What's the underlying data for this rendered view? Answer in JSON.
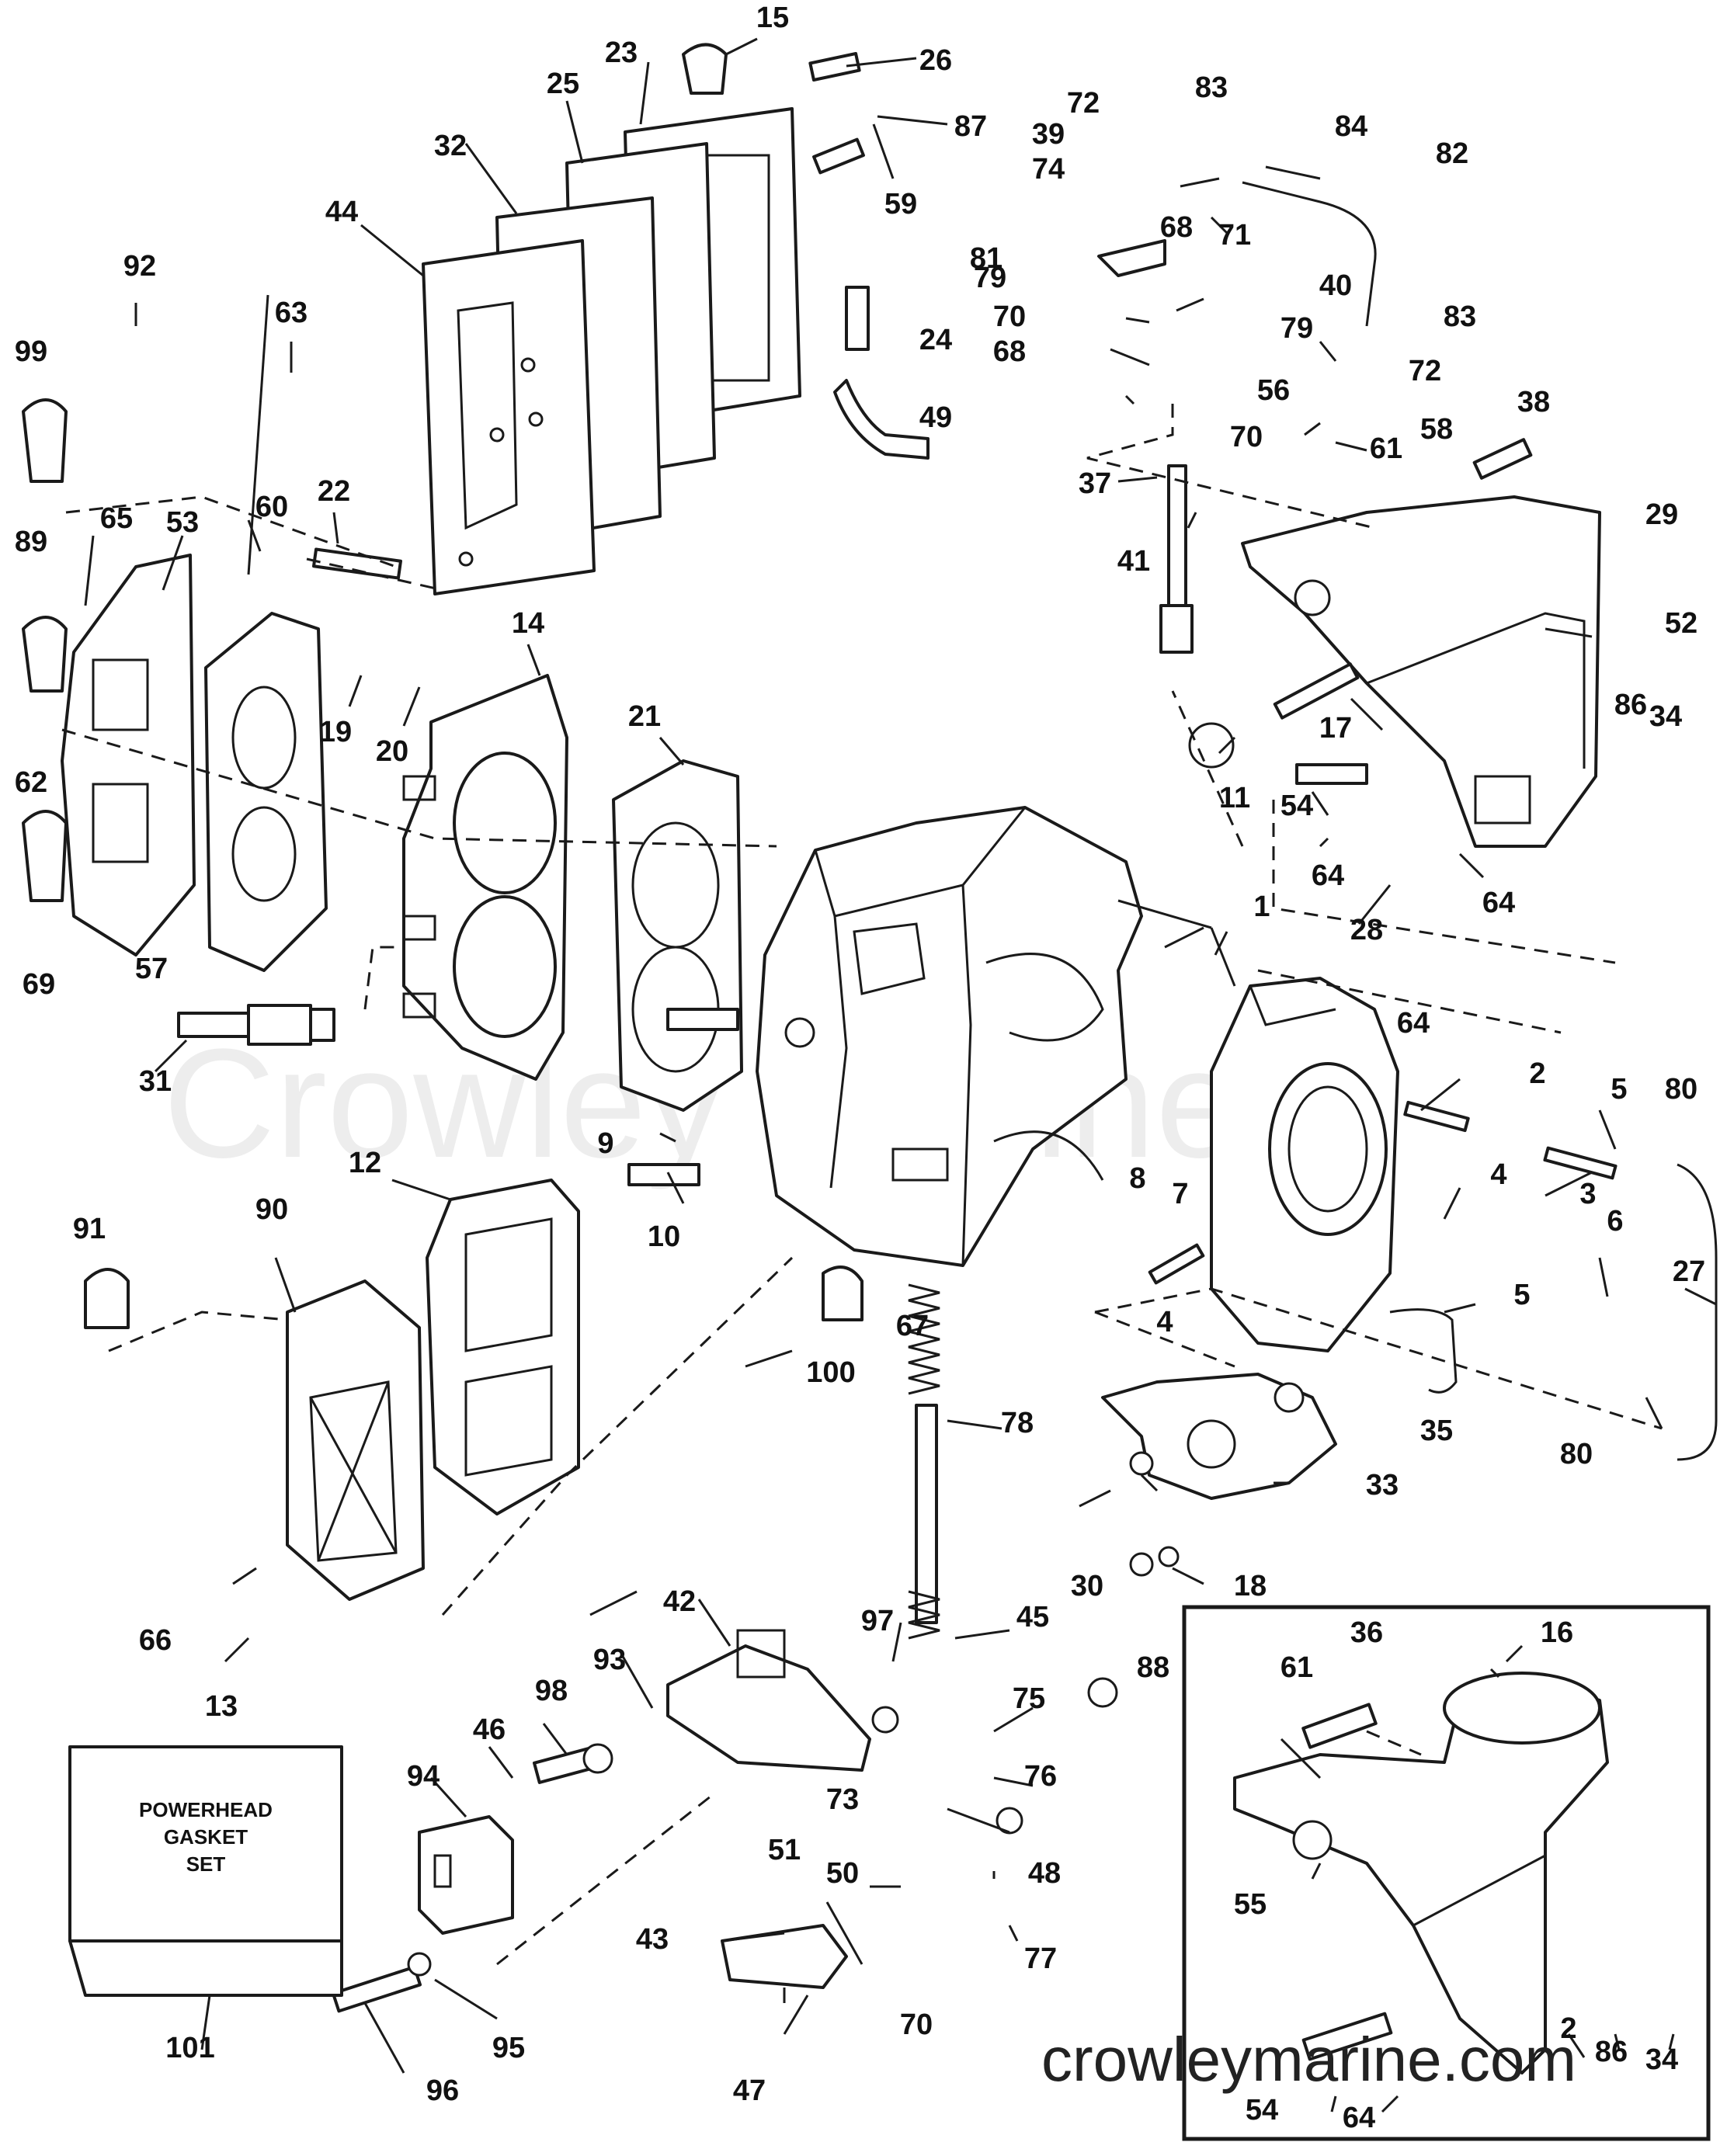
{
  "callouts": [
    {
      "id": "n1",
      "text": "1"
    },
    {
      "id": "n2a",
      "text": "2"
    },
    {
      "id": "n2b",
      "text": "2"
    },
    {
      "id": "n3",
      "text": "3"
    },
    {
      "id": "n4a",
      "text": "4"
    },
    {
      "id": "n4b",
      "text": "4"
    },
    {
      "id": "n5a",
      "text": "5"
    },
    {
      "id": "n5b",
      "text": "5"
    },
    {
      "id": "n6",
      "text": "6"
    },
    {
      "id": "n7",
      "text": "7"
    },
    {
      "id": "n8",
      "text": "8"
    },
    {
      "id": "n9",
      "text": "9"
    },
    {
      "id": "n10",
      "text": "10"
    },
    {
      "id": "n11",
      "text": "11"
    },
    {
      "id": "n12",
      "text": "12"
    },
    {
      "id": "n13",
      "text": "13"
    },
    {
      "id": "n14",
      "text": "14"
    },
    {
      "id": "n15",
      "text": "15"
    },
    {
      "id": "n16",
      "text": "16"
    },
    {
      "id": "n17",
      "text": "17"
    },
    {
      "id": "n18",
      "text": "18"
    },
    {
      "id": "n19",
      "text": "19"
    },
    {
      "id": "n20",
      "text": "20"
    },
    {
      "id": "n21",
      "text": "21"
    },
    {
      "id": "n22",
      "text": "22"
    },
    {
      "id": "n23",
      "text": "23"
    },
    {
      "id": "n24",
      "text": "24"
    },
    {
      "id": "n25",
      "text": "25"
    },
    {
      "id": "n26",
      "text": "26"
    },
    {
      "id": "n27",
      "text": "27"
    },
    {
      "id": "n28",
      "text": "28"
    },
    {
      "id": "n29",
      "text": "29"
    },
    {
      "id": "n30",
      "text": "30"
    },
    {
      "id": "n31",
      "text": "31"
    },
    {
      "id": "n32",
      "text": "32"
    },
    {
      "id": "n33",
      "text": "33"
    },
    {
      "id": "n34a",
      "text": "34"
    },
    {
      "id": "n34b",
      "text": "34"
    },
    {
      "id": "n35",
      "text": "35"
    },
    {
      "id": "n36",
      "text": "36"
    },
    {
      "id": "n37",
      "text": "37"
    },
    {
      "id": "n38",
      "text": "38"
    },
    {
      "id": "n39",
      "text": "39"
    },
    {
      "id": "n40",
      "text": "40"
    },
    {
      "id": "n41",
      "text": "41"
    },
    {
      "id": "n42",
      "text": "42"
    },
    {
      "id": "n43",
      "text": "43"
    },
    {
      "id": "n44",
      "text": "44"
    },
    {
      "id": "n45",
      "text": "45"
    },
    {
      "id": "n46",
      "text": "46"
    },
    {
      "id": "n47",
      "text": "47"
    },
    {
      "id": "n48",
      "text": "48"
    },
    {
      "id": "n49",
      "text": "49"
    },
    {
      "id": "n50",
      "text": "50"
    },
    {
      "id": "n51",
      "text": "51"
    },
    {
      "id": "n52",
      "text": "52"
    },
    {
      "id": "n53",
      "text": "53"
    },
    {
      "id": "n54a",
      "text": "54"
    },
    {
      "id": "n54b",
      "text": "54"
    },
    {
      "id": "n55",
      "text": "55"
    },
    {
      "id": "n56",
      "text": "56"
    },
    {
      "id": "n57",
      "text": "57"
    },
    {
      "id": "n58",
      "text": "58"
    },
    {
      "id": "n59",
      "text": "59"
    },
    {
      "id": "n60",
      "text": "60"
    },
    {
      "id": "n61a",
      "text": "61"
    },
    {
      "id": "n61b",
      "text": "61"
    },
    {
      "id": "n62",
      "text": "62"
    },
    {
      "id": "n63",
      "text": "63"
    },
    {
      "id": "n64a",
      "text": "64"
    },
    {
      "id": "n64b",
      "text": "64"
    },
    {
      "id": "n64c",
      "text": "64"
    },
    {
      "id": "n64d",
      "text": "64"
    },
    {
      "id": "n65",
      "text": "65"
    },
    {
      "id": "n66",
      "text": "66"
    },
    {
      "id": "n67",
      "text": "67"
    },
    {
      "id": "n68a",
      "text": "68"
    },
    {
      "id": "n68b",
      "text": "68"
    },
    {
      "id": "n69",
      "text": "69"
    },
    {
      "id": "n70a",
      "text": "70"
    },
    {
      "id": "n70b",
      "text": "70"
    },
    {
      "id": "n70c",
      "text": "70"
    },
    {
      "id": "n71",
      "text": "71"
    },
    {
      "id": "n72a",
      "text": "72"
    },
    {
      "id": "n72b",
      "text": "72"
    },
    {
      "id": "n73",
      "text": "73"
    },
    {
      "id": "n74",
      "text": "74"
    },
    {
      "id": "n75",
      "text": "75"
    },
    {
      "id": "n76",
      "text": "76"
    },
    {
      "id": "n77",
      "text": "77"
    },
    {
      "id": "n78",
      "text": "78"
    },
    {
      "id": "n79a",
      "text": "79"
    },
    {
      "id": "n79b",
      "text": "79"
    },
    {
      "id": "n80a",
      "text": "80"
    },
    {
      "id": "n80b",
      "text": "80"
    },
    {
      "id": "n81",
      "text": "81"
    },
    {
      "id": "n82",
      "text": "82"
    },
    {
      "id": "n83a",
      "text": "83"
    },
    {
      "id": "n83b",
      "text": "83"
    },
    {
      "id": "n84",
      "text": "84"
    },
    {
      "id": "n86a",
      "text": "86"
    },
    {
      "id": "n86b",
      "text": "86"
    },
    {
      "id": "n87",
      "text": "87"
    },
    {
      "id": "n88",
      "text": "88"
    },
    {
      "id": "n89",
      "text": "89"
    },
    {
      "id": "n90",
      "text": "90"
    },
    {
      "id": "n91",
      "text": "91"
    },
    {
      "id": "n92",
      "text": "92"
    },
    {
      "id": "n93",
      "text": "93"
    },
    {
      "id": "n94",
      "text": "94"
    },
    {
      "id": "n95",
      "text": "95"
    },
    {
      "id": "n96",
      "text": "96"
    },
    {
      "id": "n97",
      "text": "97"
    },
    {
      "id": "n98",
      "text": "98"
    },
    {
      "id": "n99",
      "text": "99"
    },
    {
      "id": "n100",
      "text": "100"
    },
    {
      "id": "n101",
      "text": "101"
    }
  ],
  "gasket_set": {
    "line1": "POWERHEAD",
    "line2": "GASKET",
    "line3": "SET"
  },
  "watermark": {
    "large": "Crowley Marine",
    "url": "crowleymarine.com"
  }
}
